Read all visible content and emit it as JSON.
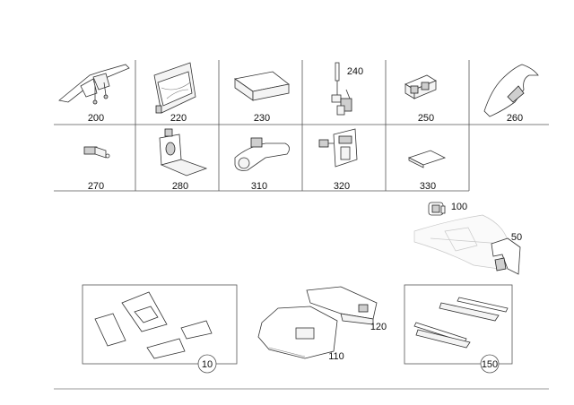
{
  "parts_top_row": [
    {
      "number": "200"
    },
    {
      "number": "220"
    },
    {
      "number": "230"
    },
    {
      "number": "240"
    },
    {
      "number": "250"
    },
    {
      "number": "260"
    }
  ],
  "parts_second_row": [
    {
      "number": "270"
    },
    {
      "number": "280"
    },
    {
      "number": "310"
    },
    {
      "number": "320"
    },
    {
      "number": "330"
    }
  ],
  "callouts": {
    "p100": "100",
    "p50": "50",
    "p10": "10",
    "p120": "120",
    "p110": "110",
    "p150": "150"
  }
}
